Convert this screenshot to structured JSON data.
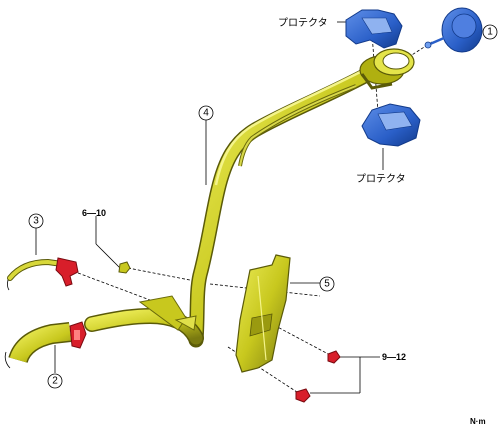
{
  "callouts": {
    "c1": "1",
    "c2": "2",
    "c3": "3",
    "c4": "4",
    "c5": "5"
  },
  "labels": {
    "protector_top": "プロテクタ",
    "protector_bottom": "プロテクタ"
  },
  "torque": {
    "bolt": "6—10",
    "bracket_bolts": "9—12",
    "units": "N·m"
  },
  "colors": {
    "pipe": "#c8c81e",
    "pipe_dark": "#7a7a10",
    "protector": "#2a5fc8",
    "protector_dark": "#123a8a",
    "clip": "#d81e2a",
    "line": "#000000"
  }
}
